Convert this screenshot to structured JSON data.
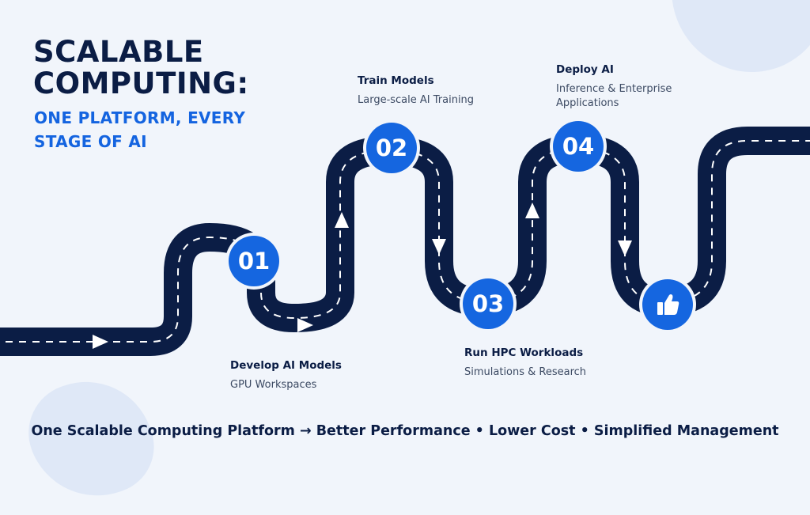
{
  "title": {
    "line1": "SCALABLE",
    "line2": "COMPUTING:"
  },
  "subtitle": {
    "line1": "ONE PLATFORM, EVERY",
    "line2": "STAGE OF AI"
  },
  "steps": [
    {
      "number": "01",
      "title": "Develop AI Models",
      "description": "GPU Workspaces"
    },
    {
      "number": "02",
      "title": "Train Models",
      "description": "Large-scale AI Training"
    },
    {
      "number": "03",
      "title": "Run HPC Workloads",
      "description": "Simulations & Research"
    },
    {
      "number": "04",
      "title": "Deploy AI",
      "description_line1": "Inference & Enterprise",
      "description_line2": "Applications"
    }
  ],
  "finish_icon": "thumbs-up-icon",
  "footer": "One Scalable Computing Platform → Better Performance • Lower Cost • Simplified Management",
  "colors": {
    "road": "#0b1d45",
    "accent": "#1566e0",
    "background": "#f1f5fb",
    "text_dark": "#0b1d45"
  }
}
